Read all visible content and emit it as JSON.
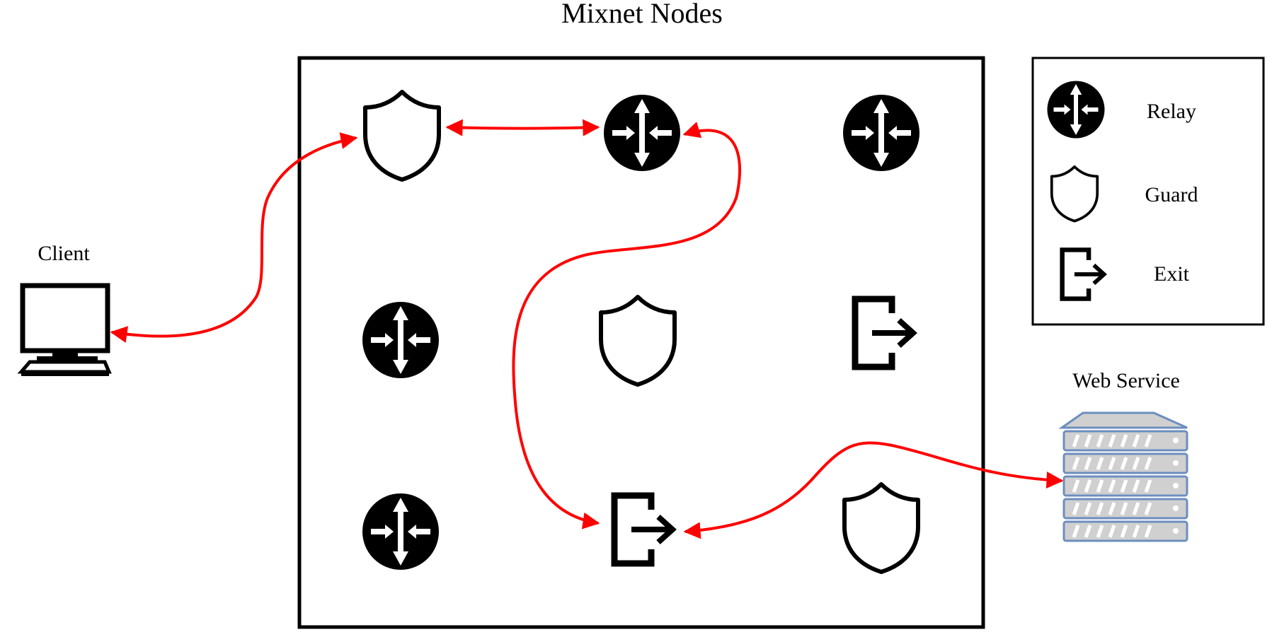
{
  "title": "Mixnet Nodes",
  "client": {
    "label": "Client",
    "icon": "computer-icon"
  },
  "web_service": {
    "label": "Web Service",
    "icon": "server-rack-icon",
    "color": "#6c8ebf",
    "fill": "#d0d0d0"
  },
  "legend": {
    "items": [
      {
        "icon": "relay-icon",
        "label": "Relay"
      },
      {
        "icon": "guard-shield-icon",
        "label": "Guard"
      },
      {
        "icon": "exit-icon",
        "label": "Exit"
      }
    ]
  },
  "grid_nodes": [
    [
      "guard",
      "relay",
      "relay"
    ],
    [
      "relay",
      "guard",
      "exit"
    ],
    [
      "relay",
      "exit",
      "guard"
    ]
  ],
  "connections": [
    {
      "from": "Client",
      "to": "Guard",
      "bidirectional": true
    },
    {
      "from": "Guard",
      "to": "Relay",
      "bidirectional": true
    },
    {
      "from": "Relay",
      "to": "Exit",
      "bidirectional": true
    },
    {
      "from": "Exit",
      "to": "Web Service",
      "bidirectional": true
    }
  ],
  "colors": {
    "path": "#ff0000",
    "stroke": "#000000"
  }
}
